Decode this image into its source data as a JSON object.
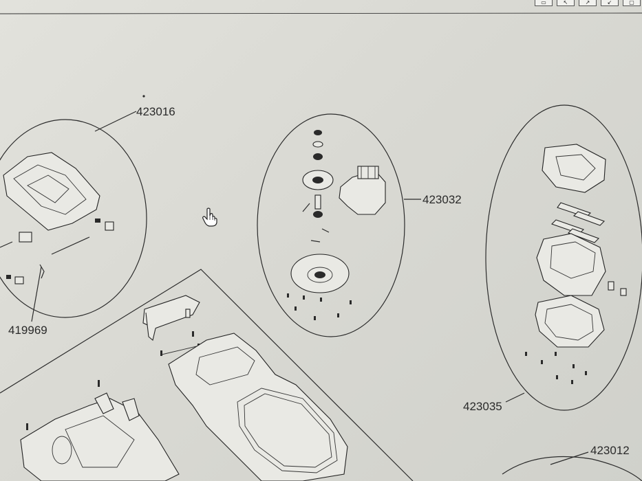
{
  "toolbar": {
    "buttons": [
      {
        "icon": "panel-icon"
      },
      {
        "icon": "select-arrow-icon"
      },
      {
        "icon": "zoom-arrow-icon"
      },
      {
        "icon": "pan-arrow-icon"
      },
      {
        "icon": "fit-icon"
      }
    ]
  },
  "callouts": {
    "left_group": "423016",
    "left_sub": "419969",
    "motor_group": "423032",
    "right_group": "423035",
    "bottom_right": "423012"
  },
  "cursor": {
    "icon": "hand-pointer-icon"
  },
  "colors": {
    "paper": "#e2e2dc",
    "line": "#2b2b2b"
  }
}
